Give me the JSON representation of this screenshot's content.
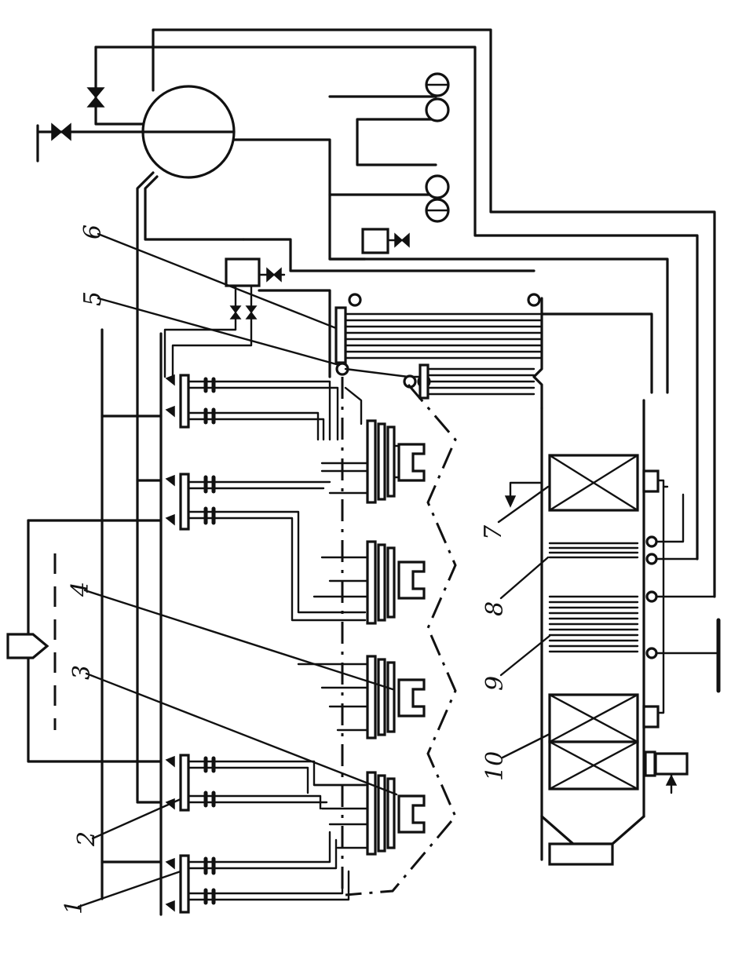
{
  "diagram": {
    "labels": {
      "l1": "1",
      "l2": "2",
      "l3": "3",
      "l4": "4",
      "l5": "5",
      "l6": "6",
      "l7": "7",
      "l8": "8",
      "l9": "9",
      "l10": "10"
    },
    "icons": {
      "drum": "steam-drum-icon",
      "valve": "valve-icon",
      "cyclone": "separator-icon",
      "burner": "burner-icon",
      "heater": "air-heater-icon"
    }
  }
}
